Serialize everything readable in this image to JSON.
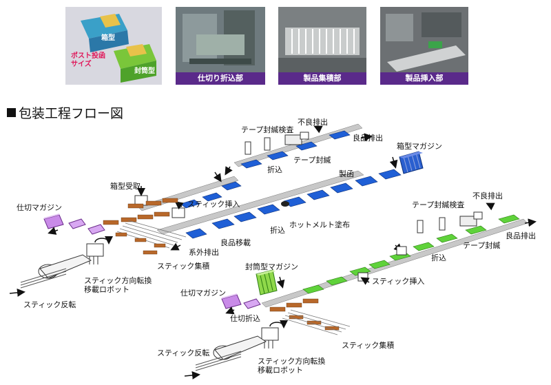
{
  "photos": [
    {
      "id": "post-size",
      "caption": "",
      "label_top": "箱型",
      "label_middle": "ポスト投函\nサイズ",
      "label_bottom": "封筒型"
    },
    {
      "id": "partition-fold",
      "caption": "仕切り折込部"
    },
    {
      "id": "product-stack",
      "caption": "製品集積部"
    },
    {
      "id": "product-insert",
      "caption": "製品挿入部"
    }
  ],
  "title": "包装工程フロー図",
  "labels": {
    "tape_check_top": "テープ封緘検査",
    "reject_top": "不良排出",
    "good_top": "良品排出",
    "fold_top": "折込",
    "tape_seal_top": "テープ封緘",
    "box_magazine": "箱型マガジン",
    "box_forming": "製函",
    "box_receive": "箱型受取",
    "stick_insert_top": "スティック挿入",
    "partition_magazine_top": "仕切マガジン",
    "fold_mid": "折込",
    "hotmelt": "ホットメルト塗布",
    "good_transfer": "良品移載",
    "off_system": "系外排出",
    "stick_stack_top": "スティック集積",
    "stick_turn_top": "スティック方向転換\n移載ロボット",
    "stick_flip_top": "スティック反転",
    "reject_right": "不良排出",
    "tape_check_right": "テープ封緘検査",
    "good_right": "良品排出",
    "tape_seal_right": "テープ封緘",
    "fold_right": "折込",
    "envelope_magazine": "封筒型マガジン",
    "stick_insert_right": "スティック挿入",
    "partition_magazine_bottom": "仕切マガジン",
    "partition_fold_bottom": "仕切折込",
    "stick_stack_bottom": "スティック集積",
    "stick_flip_bottom": "スティック反転",
    "stick_turn_bottom": "スティック方向転換\n移載ロボット"
  },
  "colors": {
    "caption_bg": "#5a2a8a",
    "box_blue": "#1f5fd6",
    "envelope_green": "#5fd23a",
    "partition_purple": "#c98be8",
    "stick_orange": "#b8682a"
  }
}
